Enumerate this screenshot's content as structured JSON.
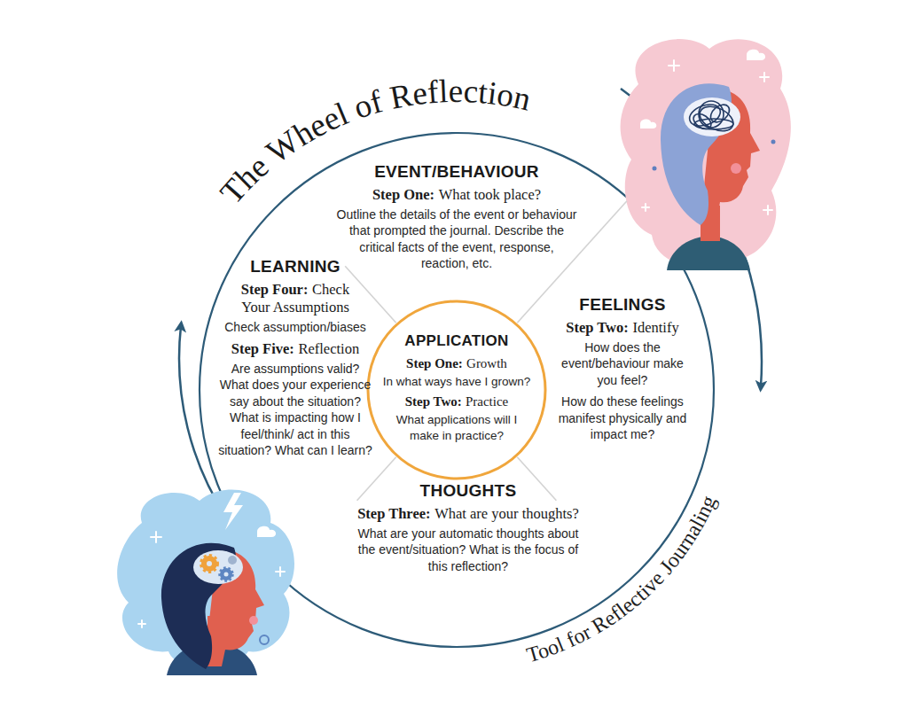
{
  "diagram": {
    "title": "The Wheel of Reflection",
    "nodes": [
      {
        "text": [
          "EVENT/BEHAVIOUR",
          "Step One:",
          "What took place?",
          "Outline the details of the event or behaviour that prompted the journal. Describe the critical facts of the event, response, reaction, etc."
        ]
      },
      {
        "text": [
          "FEELINGS",
          "Step Two:",
          "Identify",
          "How does the event/behaviour make you feel?",
          "How do these feelings manifest physically and impact me?"
        ]
      },
      {
        "text": [
          "THOUGHTS",
          "Step Three:",
          "What are your thoughts?",
          "What are your automatic thoughts about the event/situation? What is the focus of this reflection?"
        ]
      },
      {
        "text": [
          "LEARNING",
          "Step Four:",
          "Check Your Assumptions",
          "Check assumption/biases",
          "Step Five:",
          "Reflection",
          "Are assumptions valid? What does your experience say about the situation? What is impacting how I feel/think/ act in this situation? What can I learn?"
        ]
      },
      {
        "text": [
          "APPLICATION",
          "Step One:",
          "Growth",
          "In what ways have I grown?",
          "Step Two:",
          "Practice",
          "What applications will I make in practice?"
        ]
      }
    ],
    "labels": [
      "Tool for Reflective Journaling"
    ]
  }
}
